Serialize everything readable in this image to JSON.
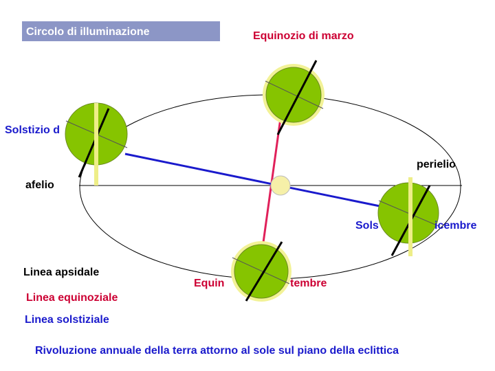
{
  "legend": {
    "illumination_circle": "Circolo di illuminazione",
    "apsidal_line": "Linea apsidale",
    "equinoctial_line": "Linea equinoziale",
    "solstitial_line": "Linea solstiziale"
  },
  "labels": {
    "march_equinox": "Equinozio di marzo",
    "june_solstice_partial": "Solstizio d",
    "perihelion": "perielio",
    "aphelion": "afelio",
    "december_solstice_left": "Sols",
    "december_solstice_right": "icembre",
    "september_equinox_left": "Equin",
    "september_equinox_right": "tembre"
  },
  "caption": "Rivoluzione annuale della terra attorno al sole sul piano della eclittica",
  "colors": {
    "legend_box": "#8c96c6",
    "label_red": "#cc0033",
    "apsidal": "#1a1acc",
    "equinoctial": "#e0205a",
    "solstitial": "#1a1acc",
    "caption": "#1a1acc",
    "earth_fill": "#86c400",
    "illumination_halo": "#f2f296",
    "sun_fill": "#f6f0a8",
    "axis": "#000000"
  }
}
